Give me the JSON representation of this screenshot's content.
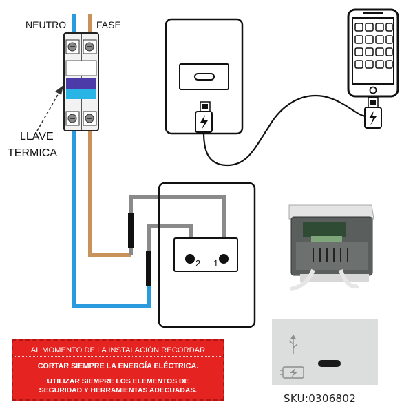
{
  "labels": {
    "neutro": "NEUTRO",
    "fase": "FASE",
    "llave_line1": "LLAVE",
    "llave_line2": "TERMICA",
    "terminal_2": "2",
    "terminal_1": "1"
  },
  "warning": {
    "line1": "AL MOMENTO DE LA INSTALACIÓN RECORDAR",
    "line2": "CORTAR SIEMPRE LA ENERGÍA ELÉCTRICA.",
    "line3a": "UTILIZAR SIEMPRE LOS ELEMENTOS DE",
    "line3b": "SEGURIDAD Y HERRAMIENTAS ADECUADAS."
  },
  "sku": "SKU:0306802",
  "colors": {
    "neutral_wire": "#2b9be0",
    "phase_wire": "#c8925a",
    "bridge_wire": "#8a8a8a",
    "warning_bg": "#e52320",
    "breaker_accent": "#4b3aa8",
    "breaker_cyan": "#29b4e6"
  },
  "icons": [
    "usb-c-port-icon",
    "usb-charge-icon",
    "smartphone-icon",
    "battery-charge-icon"
  ]
}
